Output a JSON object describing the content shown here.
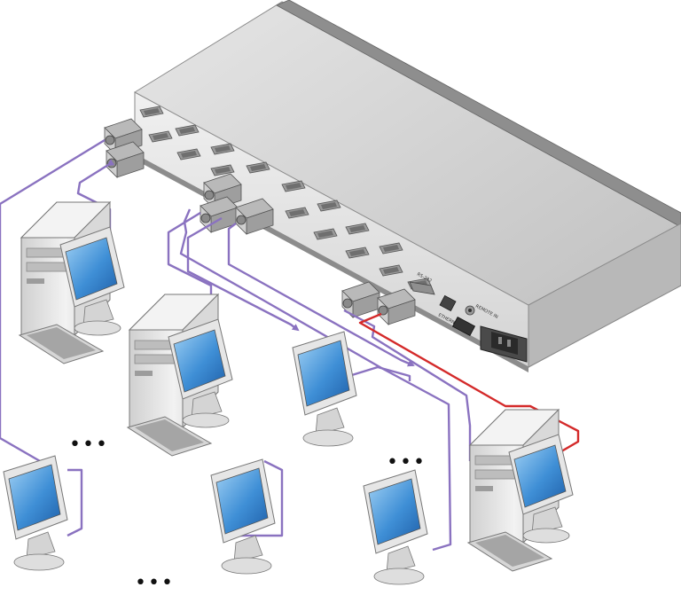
{
  "colors": {
    "video_cable": "#8a72c0",
    "control_cable": "#d42a2a",
    "chassis_top": "#cdcdcd",
    "chassis_front": "#e2e2e2",
    "screen": "#3f8fd6"
  },
  "ellipsis_left": "•••",
  "ellipsis_bottom": "•••",
  "ellipsis_right": "•••",
  "labels": {
    "rs232": "RS-232",
    "remote_in": "REMOTE IN",
    "ethernet": "ETHERNET"
  }
}
